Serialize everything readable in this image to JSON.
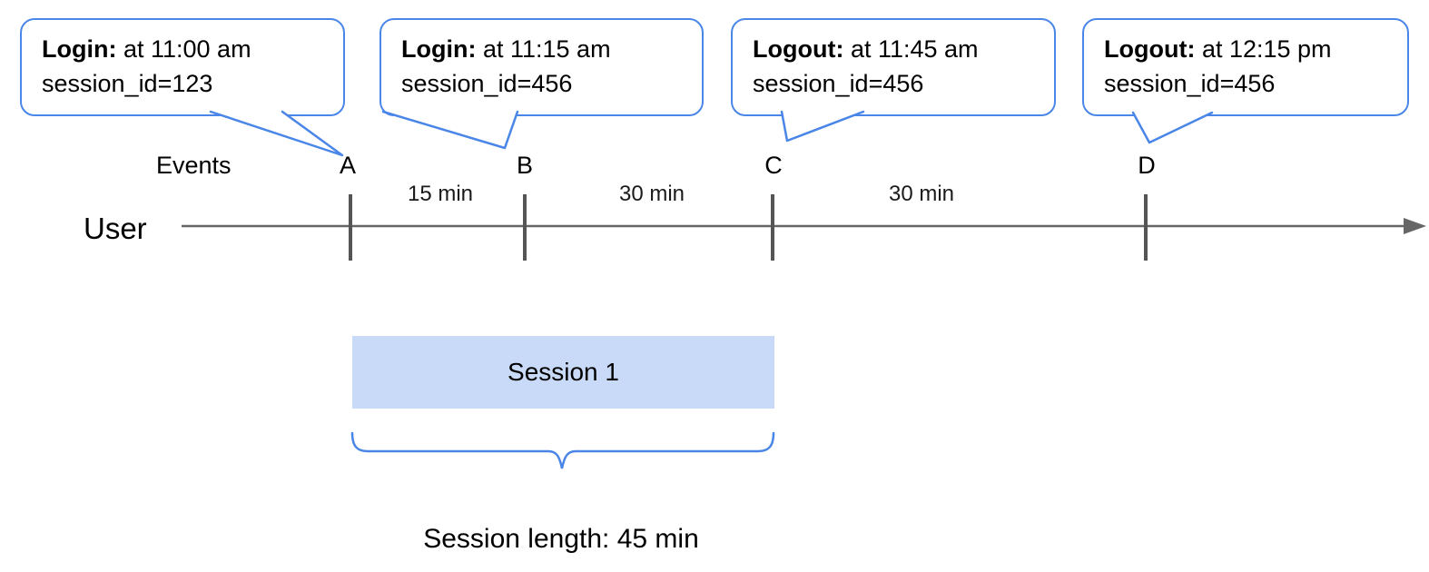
{
  "colors": {
    "accent_blue": "#4a86e8",
    "session_fill": "#c9daf8",
    "line_gray": "#666666",
    "tick_gray": "#555555"
  },
  "callouts": [
    {
      "title": "Login:",
      "detail": " at 11:00 am",
      "session": "session_id=123"
    },
    {
      "title": "Login:",
      "detail": " at 11:15 am",
      "session": "session_id=456"
    },
    {
      "title": "Logout:",
      "detail": " at 11:45 am",
      "session": "session_id=456"
    },
    {
      "title": "Logout:",
      "detail": " at 12:15 pm",
      "session": "session_id=456"
    }
  ],
  "timeline": {
    "events_label": "Events",
    "user_label": "User",
    "markers": [
      "A",
      "B",
      "C",
      "D"
    ],
    "intervals": [
      "15 min",
      "30 min",
      "30 min"
    ]
  },
  "session": {
    "box_label": "Session 1",
    "length_label": "Session length: 45 min"
  }
}
